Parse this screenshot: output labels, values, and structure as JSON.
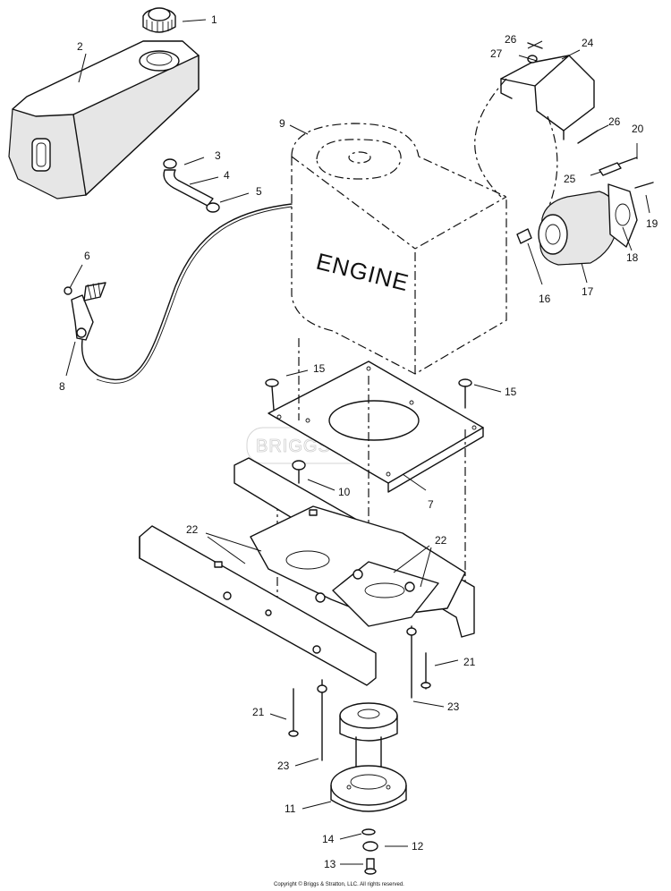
{
  "diagram": {
    "engine_label": "ENGINE",
    "watermark": "BRIGGS&STRATTON",
    "copyright": "Copyright © Briggs & Stratton, LLC. All rights reserved.",
    "callouts": [
      "1",
      "2",
      "3",
      "4",
      "5",
      "6",
      "8",
      "9",
      "24",
      "26",
      "27",
      "26",
      "20",
      "25",
      "19",
      "18",
      "17",
      "16",
      "15",
      "15",
      "10",
      "7",
      "22",
      "22",
      "21",
      "21",
      "23",
      "23",
      "11",
      "14",
      "12",
      "13"
    ]
  }
}
